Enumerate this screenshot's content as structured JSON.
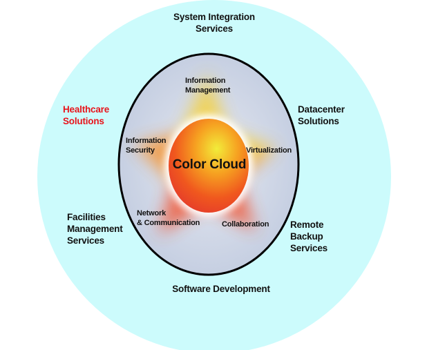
{
  "center": {
    "label": "Color Cloud"
  },
  "inner_items": [
    {
      "label": "Information\nManagement"
    },
    {
      "label": "Virtualization"
    },
    {
      "label": "Collaboration"
    },
    {
      "label": "Network\n& Communication"
    },
    {
      "label": "Information\nSecurity"
    }
  ],
  "outer_items": [
    {
      "label": "System Integration\nServices"
    },
    {
      "label": "Datacenter\nSolutions"
    },
    {
      "label": "Remote\nBackup\nServices"
    },
    {
      "label": "Software Development"
    },
    {
      "label": "Facilities\nManagement\nServices"
    },
    {
      "label": "Healthcare\nSolutions",
      "color": "#e8141b"
    }
  ],
  "colors": {
    "outer": "#ccfbfc",
    "inner": "#cfd6e6",
    "core": "#f2581c",
    "highlight": "#f0e632"
  }
}
